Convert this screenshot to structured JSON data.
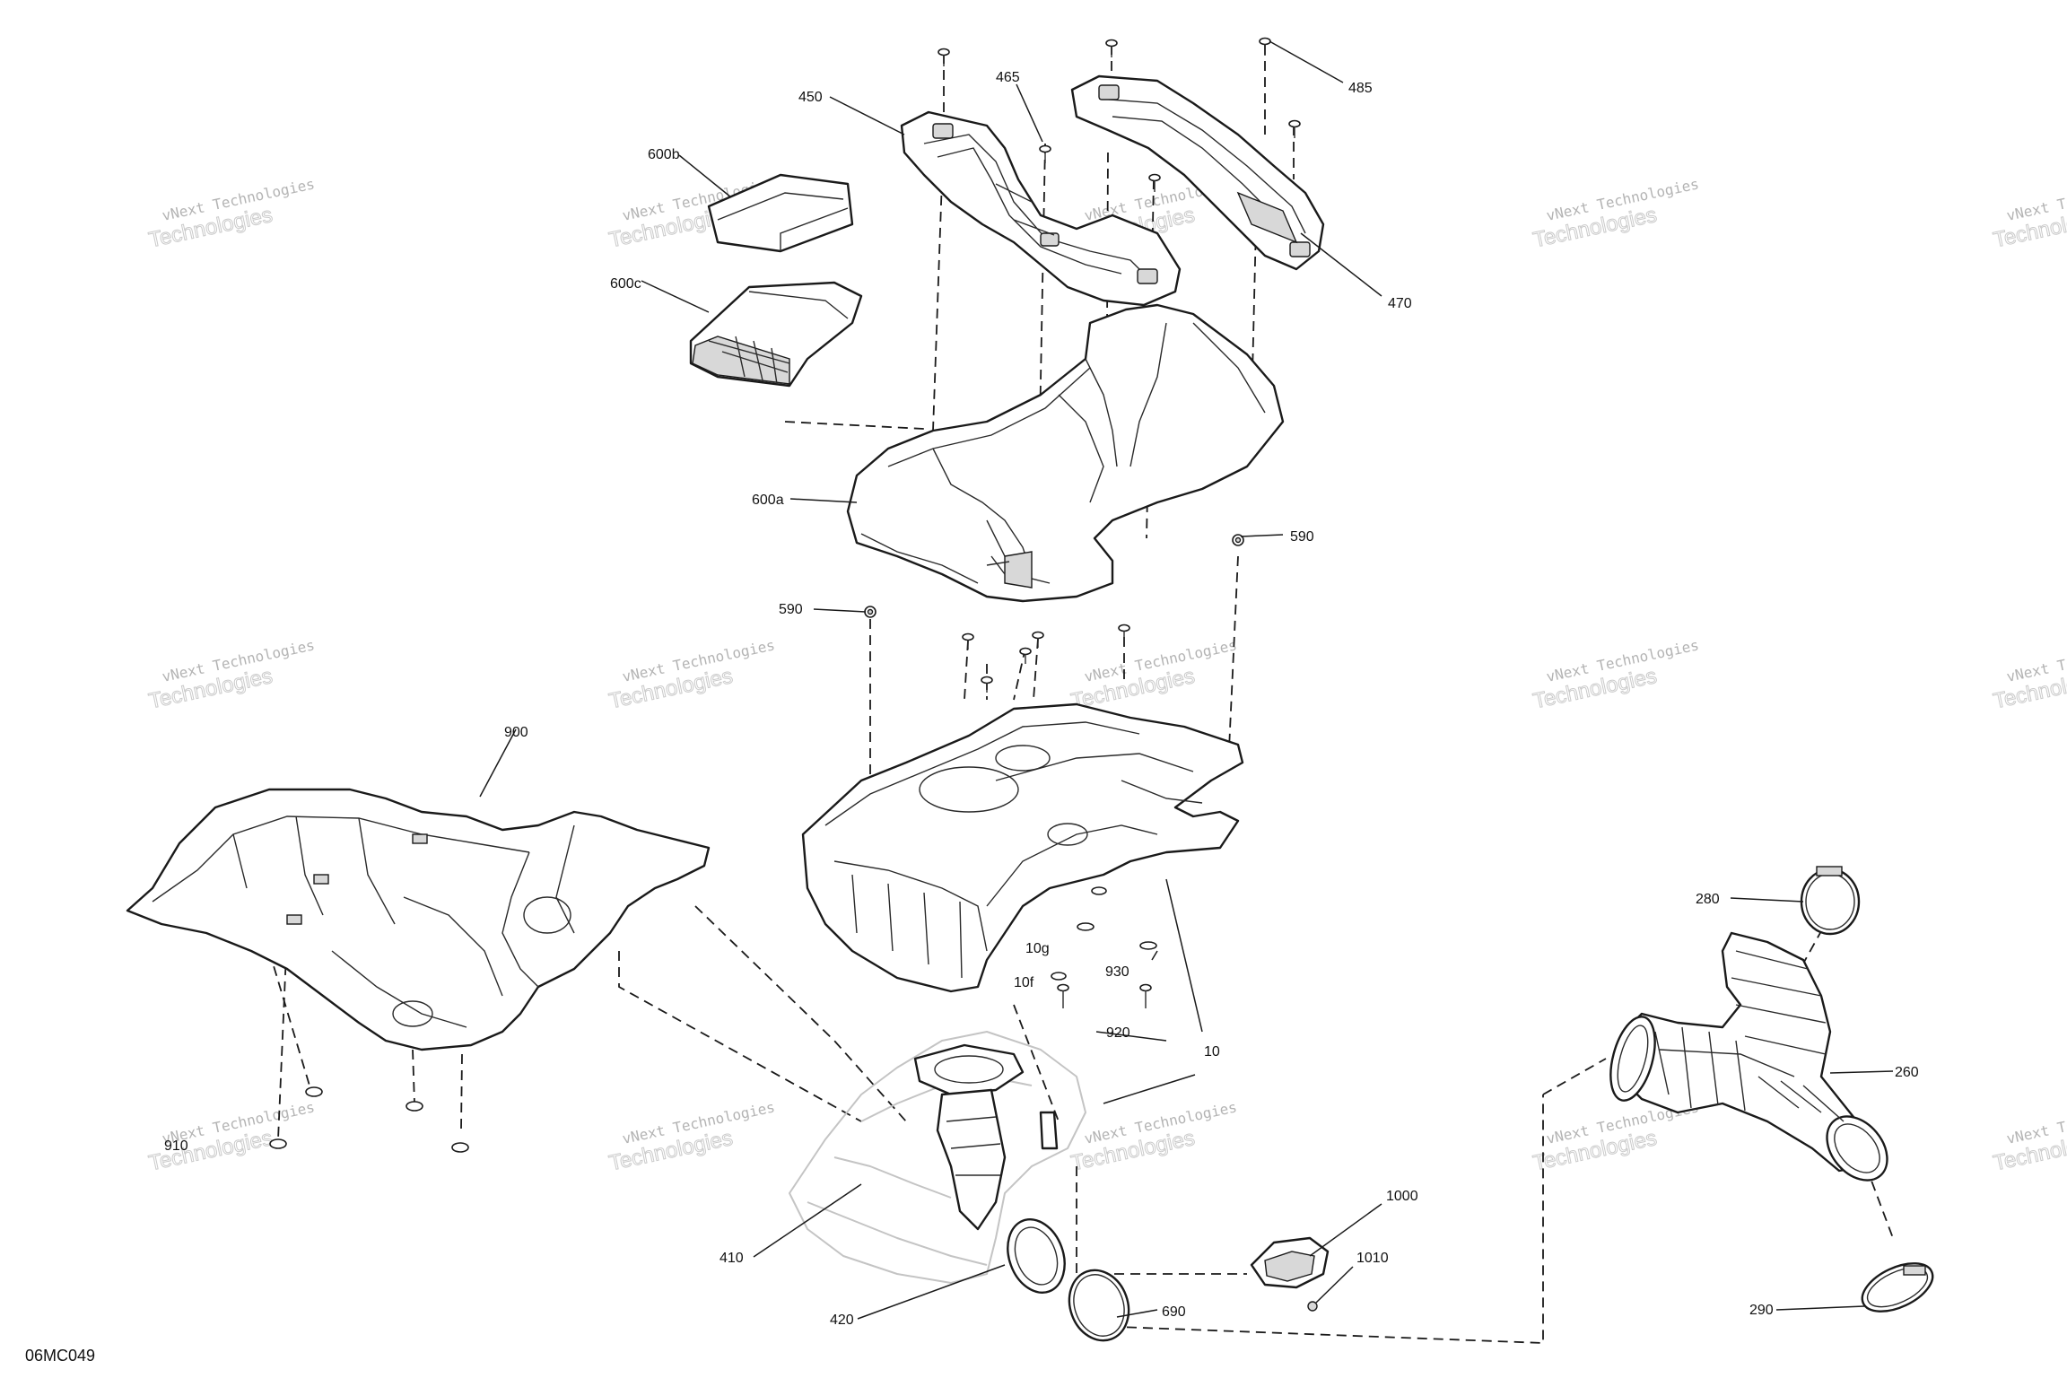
{
  "drawing_code": "06MC049",
  "watermark": {
    "line1": "vNext Technologies",
    "line2": "Technologies"
  },
  "callouts": [
    {
      "id": "c450",
      "text": "450"
    },
    {
      "id": "c465",
      "text": "465"
    },
    {
      "id": "c485",
      "text": "485"
    },
    {
      "id": "c470",
      "text": "470"
    },
    {
      "id": "c600b",
      "text": "600b"
    },
    {
      "id": "c600c",
      "text": "600c"
    },
    {
      "id": "c600a",
      "text": "600a"
    },
    {
      "id": "c590a",
      "text": "590"
    },
    {
      "id": "c590b",
      "text": "590"
    },
    {
      "id": "c900",
      "text": "900"
    },
    {
      "id": "c910",
      "text": "910"
    },
    {
      "id": "c10g",
      "text": "10g"
    },
    {
      "id": "c10f",
      "text": "10f"
    },
    {
      "id": "c930",
      "text": "930"
    },
    {
      "id": "c920",
      "text": "920"
    },
    {
      "id": "c10",
      "text": "10"
    },
    {
      "id": "c280",
      "text": "280"
    },
    {
      "id": "c260",
      "text": "260"
    },
    {
      "id": "c290",
      "text": "290"
    },
    {
      "id": "c1000",
      "text": "1000"
    },
    {
      "id": "c1010",
      "text": "1010"
    },
    {
      "id": "c410",
      "text": "410"
    },
    {
      "id": "c420",
      "text": "420"
    },
    {
      "id": "c690",
      "text": "690"
    }
  ]
}
